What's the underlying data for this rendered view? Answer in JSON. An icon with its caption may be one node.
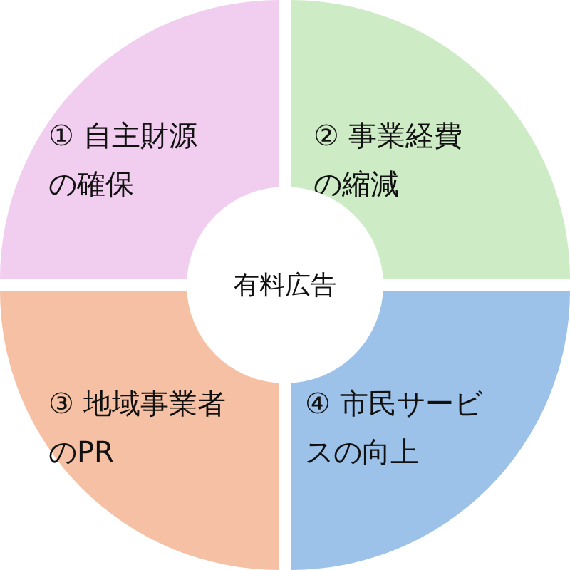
{
  "diagram": {
    "nodes": [
      {
        "text": [
          "① 自主財源の確保"
        ]
      },
      {
        "text": [
          "② 事業経費の縮減"
        ]
      },
      {
        "text": [
          "有料広告"
        ]
      },
      {
        "text": [
          "③ 地域事業者のPR"
        ]
      },
      {
        "text": [
          "④ 市民サービスの向上"
        ]
      }
    ]
  }
}
